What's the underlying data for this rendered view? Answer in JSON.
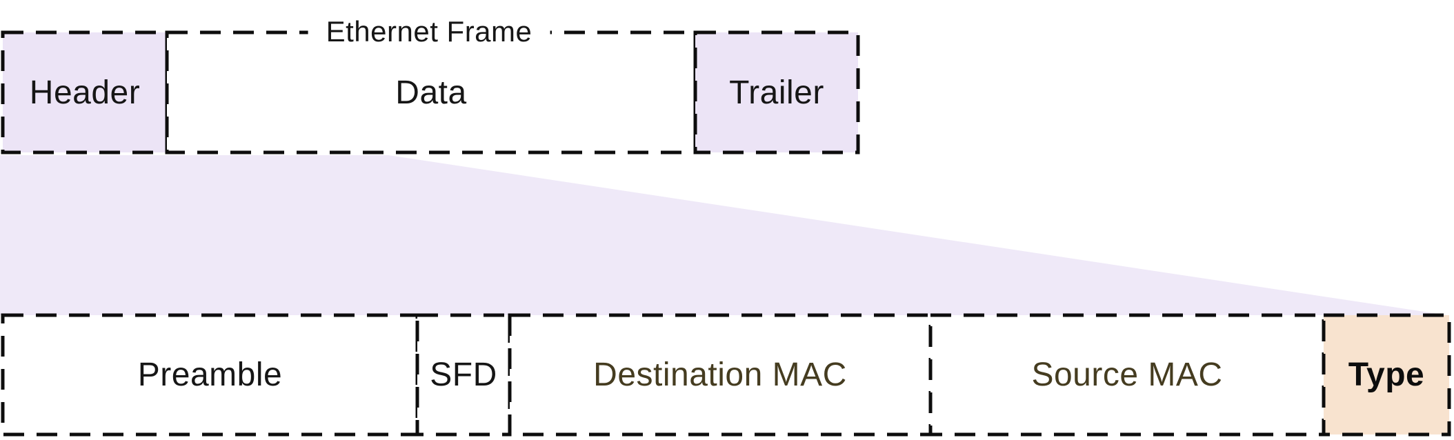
{
  "diagram": {
    "title": "Ethernet Frame",
    "frame_row": [
      {
        "label": "Header",
        "highlighted": true
      },
      {
        "label": "Data",
        "highlighted": false
      },
      {
        "label": "Trailer",
        "highlighted": true
      }
    ],
    "fields_row": [
      {
        "label": "Preamble"
      },
      {
        "label": "SFD"
      },
      {
        "label": "Destination MAC"
      },
      {
        "label": "Source MAC"
      },
      {
        "label": "Type",
        "highlighted": true
      }
    ],
    "colors": {
      "highlight_lavender": "#ece4f6",
      "expansion_wedge_lavender": "#efe9f8",
      "type_highlight_peach": "#f8e3cf",
      "border_black": "#0d0d0d",
      "text_primary": "#161616",
      "text_mac_olive": "#453c20",
      "background": "#ffffff"
    }
  }
}
